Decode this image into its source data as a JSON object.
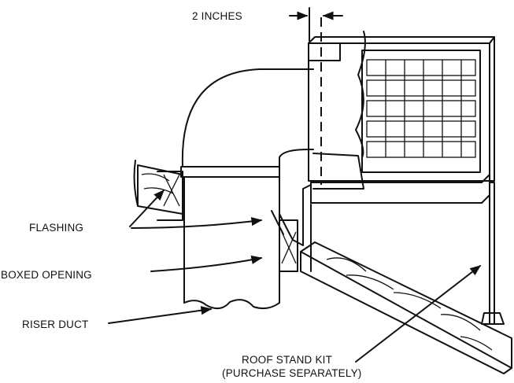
{
  "labels": {
    "two_inches": "2 INCHES",
    "flashing": "FLASHING",
    "boxed_opening": "BOXED OPENING",
    "riser_duct": "RISER DUCT",
    "roof_stand_kit": "ROOF STAND KIT",
    "purchase_separately": "(PURCHASE SEPARATELY)"
  }
}
